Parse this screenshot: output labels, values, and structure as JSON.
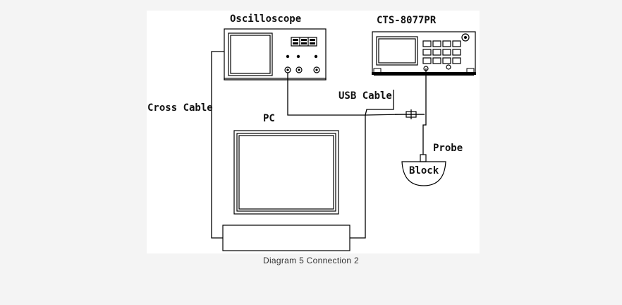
{
  "labels": {
    "oscilloscope": "Oscilloscope",
    "flaw_detector": "CTS-8077PR",
    "usb_cable": "USB Cable",
    "cross_cable": "Cross Cable",
    "pc": "PC",
    "probe": "Probe",
    "block": "Block"
  },
  "caption": "Diagram 5 Connection 2"
}
